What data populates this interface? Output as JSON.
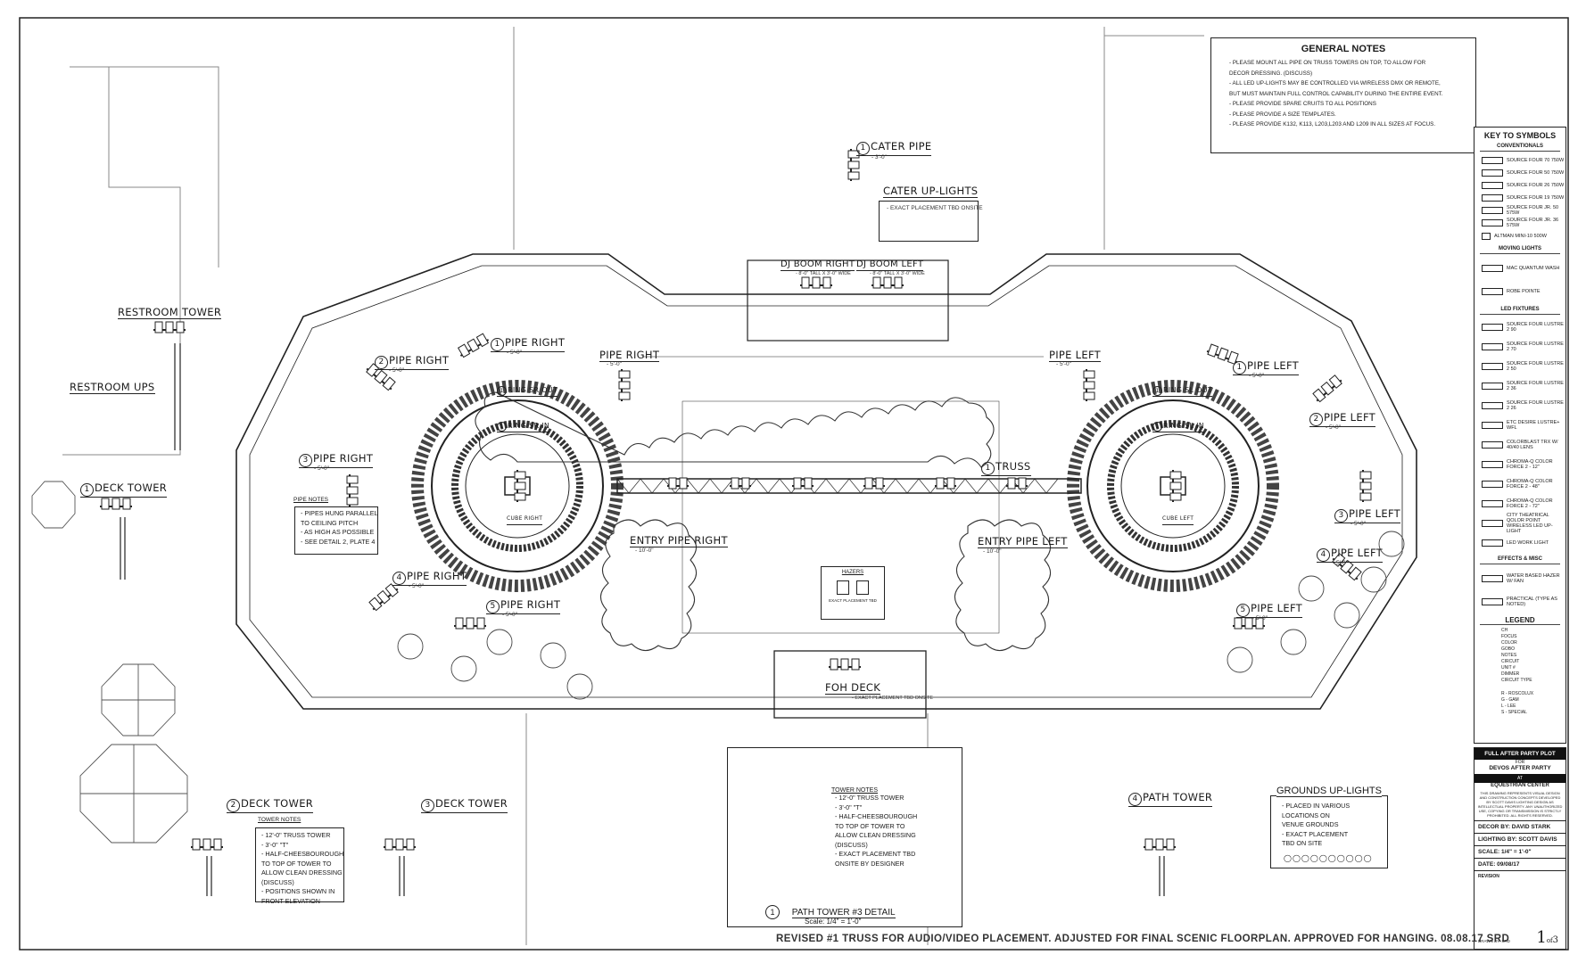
{
  "general_notes": {
    "title": "GENERAL NOTES",
    "lines": [
      "- PLEASE MOUNT ALL PIPE ON TRUSS TOWERS ON TOP, TO ALLOW FOR",
      "DECOR DRESSING. (DISCUSS)",
      "- ALL LED UP-LIGHTS MAY BE CONTROLLED VIA WIRELESS DMX OR REMOTE,",
      "BUT MUST MAINTAIN FULL CONTROL CAPABILITY DURING THE ENTIRE EVENT.",
      "- PLEASE PROVIDE SPARE CRUITS TO ALL POSITIONS",
      "- PLEASE PROVIDE A SIZE TEMPLATES.",
      "- PLEASE PROVIDE K132, K113, L203,L203 AND L209 IN ALL SIZES AT FOCUS."
    ]
  },
  "key": {
    "title": "KEY TO SYMBOLS",
    "conventionals_head": "CONVENTIONALS",
    "conventionals": [
      "SOURCE FOUR 70 750W",
      "SOURCE FOUR 50 750W",
      "SOURCE FOUR 26 750W",
      "SOURCE FOUR 19 750W",
      "SOURCE FOUR JR. 50 575W",
      "SOURCE FOUR JR. 36 575W"
    ],
    "altman": "ALTMAN MINI-10 500W",
    "moving_head": "MOVING LIGHTS",
    "moving": [
      "MAC QUANTUM WASH",
      "ROBE POINTE"
    ],
    "led_head": "LED FIXTURES",
    "led": [
      "SOURCE FOUR LUSTRE 2 90",
      "SOURCE FOUR LUSTRE 2 70",
      "SOURCE FOUR LUSTRE 2 50",
      "SOURCE FOUR LUSTRE 2 36",
      "SOURCE FOUR LUSTRE 2 26",
      "ETC DESIRE LUSTRE+ WFL",
      "COLORBLAST TRX W/ 40/40 LENS",
      "CHROMA-Q COLOR FORCE 2 - 12\"",
      "CHROMA-Q COLOR FORCE 2 - 48\"",
      "CHROMA-Q COLOR FORCE 2 - 72\"",
      "CITY THEATRICAL QOLOR POINT WIRELESS LED UP-LIGHT",
      "LED WORK LIGHT"
    ],
    "effects_head": "EFFECTS & MISC",
    "effects": [
      "WATER BASED HAZER W/ FAN",
      "PRACTICAL (TYPE AS NOTED)"
    ],
    "legend_head": "LEGEND",
    "legend_items": [
      "CH",
      "FOCUS",
      "COLOR",
      "GOBO",
      "NOTES",
      "CIRCUIT",
      "UNIT #",
      "DIMMER",
      "CIRCUIT TYPE"
    ],
    "legend_codes": [
      "R - ROSCOLUX",
      "G - GAM",
      "L - LEE",
      "S - SPECIAL"
    ]
  },
  "title_block": {
    "plot_title": "FULL AFTER PARTY PLOT",
    "for_label": "FOR",
    "event": "DEVOS AFTER PARTY",
    "at_label": "AT",
    "venue": "EQUESTRIAN CENTER",
    "copyright": "THIS DRAWING REPRESENTS VISUAL DESIGN AND CONSTRUCTION CONCEPTS DEVELOPED BY SCOTT DAVIS LIGHTING DESIGN AS INTELLECTUAL PROPERTY. ANY UNAUTHORIZED USE, COPYING OR TRANSMISSION IS STRICTLY PROHIBITED. ALL RIGHTS RESERVED.",
    "decor": "DECOR BY: DAVID STARK",
    "lighting": "LIGHTING BY: SCOTT DAVIS",
    "scale": "SCALE: 1/4\" = 1'-0\"",
    "date": "DATE: 09/08/17",
    "revision": "REVISION",
    "drawn": "DRAWN BY: SRD",
    "sheet": "1",
    "sheet_of": "3"
  },
  "revision_note": "REVISED #1 TRUSS FOR AUDIO/VIDEO PLACEMENT. ADJUSTED FOR FINAL SCENIC FLOORPLAN. APPROVED FOR HANGING. 08.08.17 SRD",
  "positions": {
    "cater_pipe": {
      "num": "1",
      "name": "CATER PIPE",
      "sub": "- 3'-0\""
    },
    "cater_uplights": {
      "name": "CATER UP-LIGHTS",
      "sub": "- EXACT PLACEMENT TBD ONSITE"
    },
    "dj_boom_right": {
      "name": "DJ BOOM RIGHT",
      "sub": "- 8'-0\" TALL X 3'-0\" WIDE"
    },
    "dj_boom_left": {
      "name": "DJ BOOM LEFT",
      "sub": "- 8'-0\" TALL X 3'-0\" WIDE"
    },
    "restroom_tower": {
      "name": "RESTROOM TOWER"
    },
    "restroom_ups": {
      "name": "RESTROOM UPS"
    },
    "pipe_right_1": {
      "num": "1",
      "name": "PIPE RIGHT",
      "sub": "- 5'-0\""
    },
    "pipe_right_2": {
      "num": "2",
      "name": "PIPE RIGHT",
      "sub": "- 5'-0\""
    },
    "pipe_right_3": {
      "num": "3",
      "name": "PIPE RIGHT",
      "sub": "- 5'-0\""
    },
    "pipe_right_4": {
      "num": "4",
      "name": "PIPE RIGHT",
      "sub": "- 5'-0\""
    },
    "pipe_right_5": {
      "num": "5",
      "name": "PIPE RIGHT",
      "sub": "- 5'-0\""
    },
    "pipe_right_c": {
      "name": "PIPE RIGHT",
      "sub": "- 5'-0\""
    },
    "pipe_left_c": {
      "name": "PIPE LEFT",
      "sub": "- 5'-0\""
    },
    "pipe_left_1": {
      "num": "1",
      "name": "PIPE LEFT",
      "sub": "- 5'-0\""
    },
    "pipe_left_2": {
      "num": "2",
      "name": "PIPE LEFT",
      "sub": "- 5'-0\""
    },
    "pipe_left_3": {
      "num": "3",
      "name": "PIPE LEFT",
      "sub": "- 5'-0\""
    },
    "pipe_left_4": {
      "num": "4",
      "name": "PIPE LEFT",
      "sub": "- 5'-0\""
    },
    "pipe_left_5": {
      "num": "5",
      "name": "PIPE LEFT",
      "sub": "- 5'-0\""
    },
    "ring_sr_out": {
      "num": "1",
      "name": "RING SR OUT"
    },
    "ring_sr_in": {
      "num": "1",
      "name": "RING SR IN"
    },
    "ring_sl_out": {
      "num": "1",
      "name": "RING SL OUT"
    },
    "ring_sl_in": {
      "num": "1",
      "name": "RING SL IN"
    },
    "cube_right": {
      "name": "CUBE RIGHT"
    },
    "cube_left": {
      "name": "CUBE LEFT"
    },
    "truss": {
      "num": "1",
      "name": "TRUSS"
    },
    "entry_pipe_right": {
      "name": "ENTRY PIPE RIGHT",
      "sub": "- 10'-0\""
    },
    "entry_pipe_left": {
      "name": "ENTRY PIPE LEFT",
      "sub": "- 10'-0\""
    },
    "hazers": {
      "name": "HAZERS",
      "sub": "EXACT PLACEMENT TBD"
    },
    "foh_deck": {
      "name": "FOH DECK",
      "sub": "- EXACT PLACEMENT TBD ONSITE"
    },
    "deck_tower_1": {
      "num": "1",
      "name": "DECK TOWER"
    },
    "deck_tower_2": {
      "num": "2",
      "name": "DECK TOWER"
    },
    "deck_tower_3": {
      "num": "3",
      "name": "DECK TOWER"
    },
    "path_tower_4": {
      "num": "4",
      "name": "PATH TOWER"
    },
    "grounds_uplights": {
      "name": "GROUNDS UP-LIGHTS"
    }
  },
  "pipe_notes": {
    "title": "PIPE NOTES",
    "lines": [
      "- PIPES HUNG PARALLEL",
      "TO CEILING PITCH",
      "- AS HIGH AS POSSIBLE",
      "- SEE DETAIL 2, PLATE 4"
    ]
  },
  "tower_notes_left": {
    "title": "TOWER NOTES",
    "lines": [
      "- 12'-0\" TRUSS TOWER",
      "- 3'-0\" \"T\"",
      "- HALF-CHEESBOUROUGH",
      "TO TOP OF TOWER TO",
      "ALLOW CLEAN DRESSING",
      "(DISCUSS)",
      "- POSITIONS SHOWN IN",
      "FRONT ELEVATION"
    ]
  },
  "tower_notes_center": {
    "title": "TOWER NOTES",
    "lines": [
      "- 12'-0\" TRUSS TOWER",
      "- 3'-0\" \"T\"",
      "- HALF-CHEESBOUROUGH",
      "TO TOP OF TOWER TO",
      "ALLOW CLEAN DRESSING",
      "(DISCUSS)",
      "- EXACT PLACEMENT TBD",
      "ONSITE BY DESIGNER"
    ]
  },
  "grounds_notes": [
    "- PLACED IN VARIOUS",
    "LOCATIONS ON",
    "VENUE GROUNDS",
    "- EXACT PLACEMENT",
    "TBD ON SITE"
  ],
  "path_tower_detail": {
    "num": "1",
    "title": "PATH TOWER #3 DETAIL",
    "scale": "Scale: 1/4\" = 1'-0\""
  }
}
